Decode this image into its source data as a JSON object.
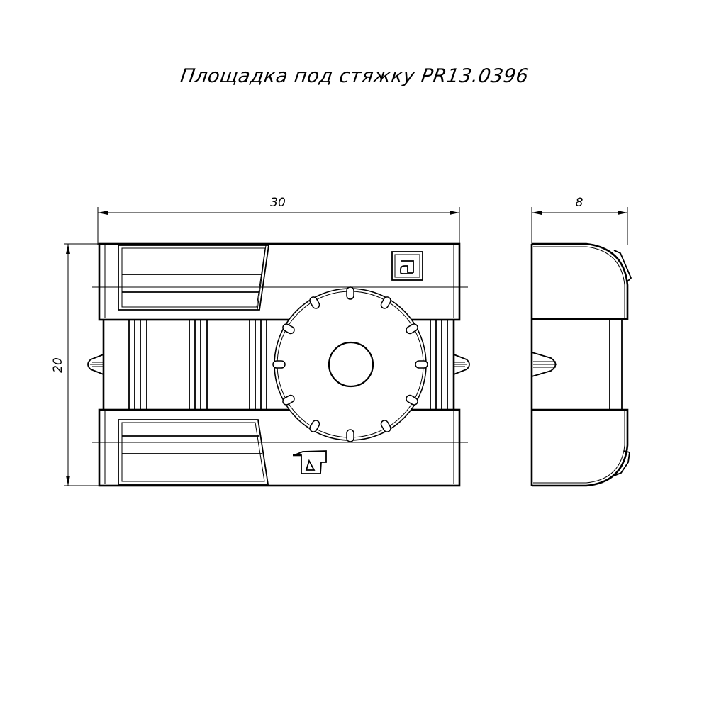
{
  "drawing": {
    "title": "Площадка под стяжку PR13.0396",
    "front_view": {
      "dimension_width": "30",
      "dimension_height": "20",
      "logo_top": "dL-logo",
      "logo_bottom": "gun-logo"
    },
    "side_view": {
      "dimension_width": "8"
    }
  },
  "colors": {
    "line": "#000000",
    "background": "#ffffff"
  }
}
